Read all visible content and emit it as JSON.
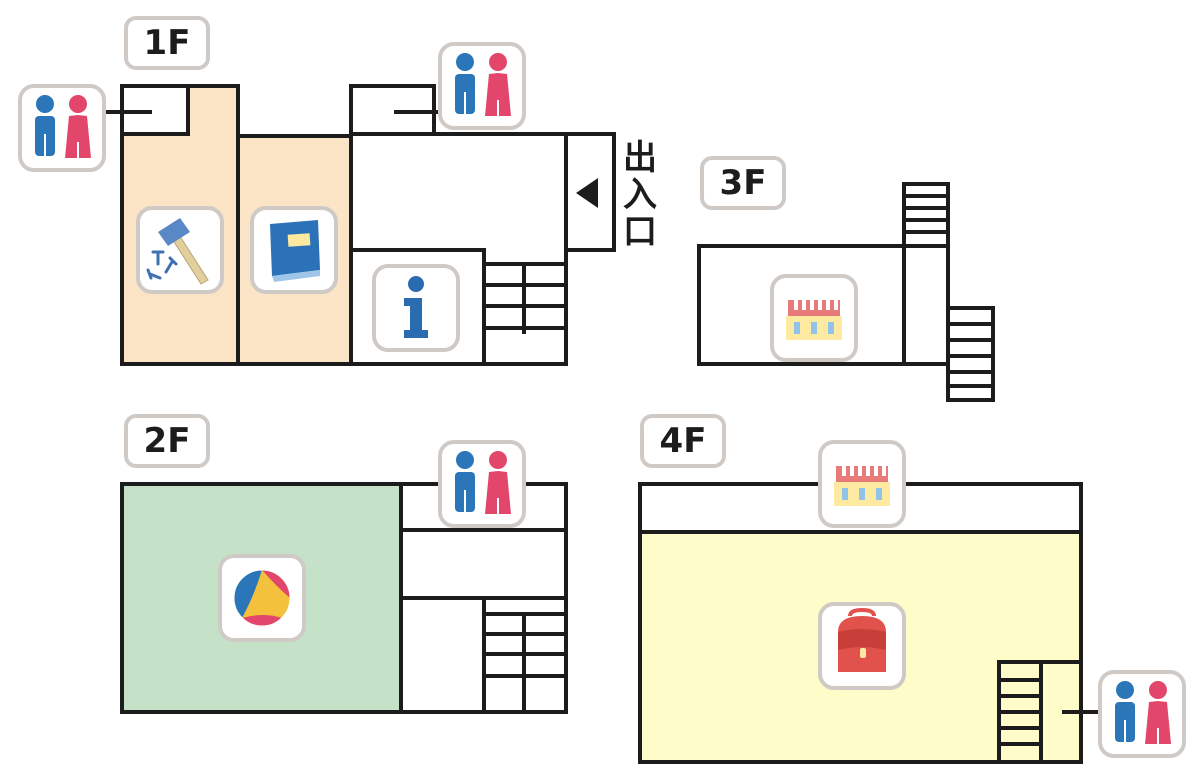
{
  "floors": {
    "f1": {
      "label": "1F",
      "entrance_chars": [
        "出",
        "入",
        "口"
      ],
      "room_colors": {
        "workshop": "#fce4c6",
        "library": "#fce4c6"
      }
    },
    "f2": {
      "label": "2F",
      "room_colors": {
        "play": "#c5e2c8"
      }
    },
    "f3": {
      "label": "3F"
    },
    "f4": {
      "label": "4F",
      "room_colors": {
        "kids": "#fefcc9"
      }
    }
  },
  "icons": {
    "f1": [
      "restroom-icon",
      "restroom-icon",
      "hammer-nails-icon",
      "book-icon",
      "information-icon",
      "entrance-arrow-icon"
    ],
    "f2": [
      "restroom-icon",
      "beach-ball-icon"
    ],
    "f3": [
      "shop-icon"
    ],
    "f4": [
      "shop-icon",
      "school-backpack-icon",
      "restroom-icon"
    ]
  },
  "colors": {
    "wall": "#1c1c1c",
    "icon_border": "#cfcac6",
    "male": "#2b76b9",
    "female": "#e2466b",
    "info": "#2b6cb0",
    "book": "#2b72b8",
    "backpack": "#e0524b",
    "shop_awning": "#e87a7a",
    "shop_body": "#fde9a0",
    "shop_window": "#8fc3ea"
  }
}
